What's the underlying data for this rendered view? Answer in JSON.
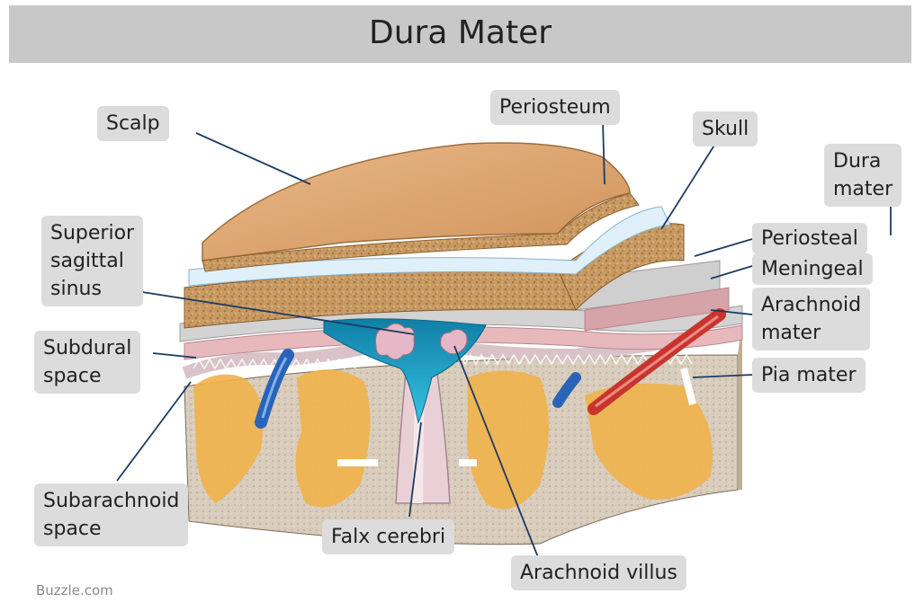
{
  "title": "Dura Mater",
  "labels": {
    "scalp": "Scalp",
    "periosteum": "Periosteum",
    "skull": "Skull",
    "dura_mater": "Dura\nmater",
    "periosteal": "Periosteal",
    "meningeal": "Meningeal",
    "superior_sagittal_sinus": "Superior\nsagittal\nsinus",
    "arachnoid_mater": "Arachnoid\nmater",
    "subdural_space": "Subdural\nspace",
    "pia_mater": "Pia mater",
    "subarachnoid_space": "Subarachnoid\nspace",
    "falx_cerebri": "Falx cerebri",
    "arachnoid_villus": "Arachnoid villus"
  },
  "watermark": "Buzzle.com",
  "colors": {
    "title_bar": "#c8c8c8",
    "label_bg": "#dcdcdc",
    "scalp": "#d9a26a",
    "periosteum": "#dff0fb",
    "bone": "#c89a64",
    "dura": "#c9c9c9",
    "meningeal": "#d8a8ad",
    "sinus": "#1aa2c8",
    "brain_grey": "#d8ccbc",
    "brain_orange": "#f1b24a",
    "vein": "#2a64b8",
    "artery": "#c8352f"
  }
}
